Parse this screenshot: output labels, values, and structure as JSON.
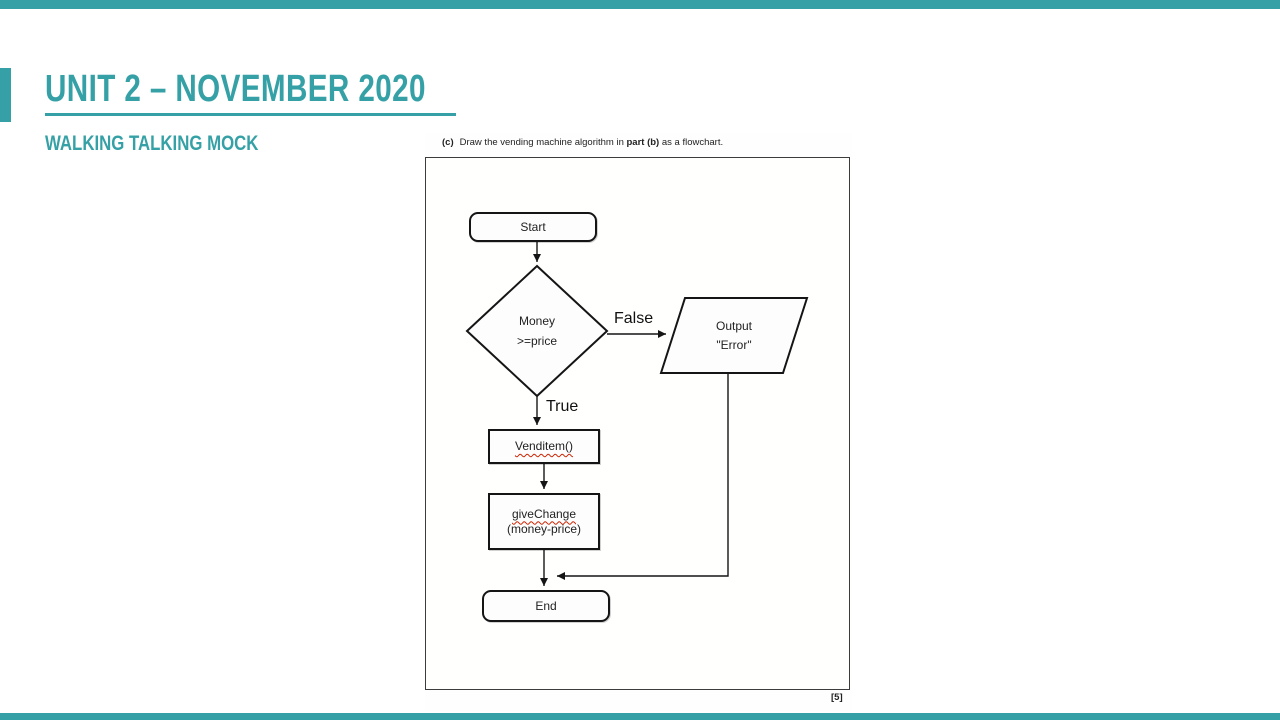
{
  "colors": {
    "accent": "#35A1A6",
    "ink": "#1c1c1c"
  },
  "header": {
    "title": "UNIT 2 – NOVEMBER 2020",
    "subtitle": "WALKING TALKING MOCK"
  },
  "question": {
    "label": "(c)",
    "text_before": "Draw the vending machine algorithm in ",
    "bold_part": "part (b)",
    "text_after": " as a flowchart.",
    "marks": "[5]"
  },
  "flowchart": {
    "start": "Start",
    "decision_line1": "Money",
    "decision_line2": ">=price",
    "false_label": "False",
    "true_label": "True",
    "output_line1": "Output",
    "output_line2": "\"Error\"",
    "process1": "Venditem()",
    "process2_line1": "giveChange",
    "process2_line2": "(money-price)",
    "end": "End"
  }
}
